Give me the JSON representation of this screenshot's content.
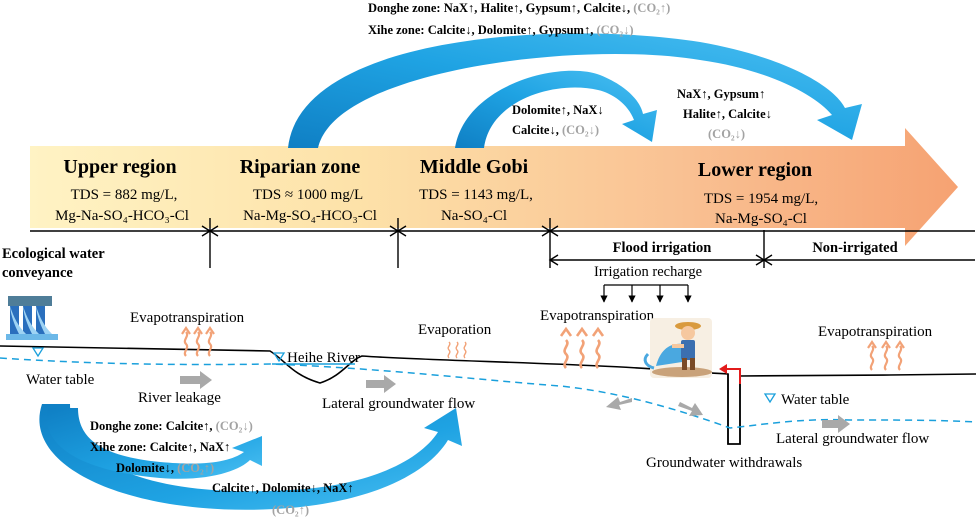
{
  "top_notes": {
    "donghe_zone": "Donghe zone: NaX↑, Halite↑, Gypsum↑, Calcite↓,",
    "donghe_co2": "(CO₂↑)",
    "xihe_zone": "Xihe zone: Calcite↓, Dolomite↑, Gypsum↑,",
    "xihe_co2": "(CO₂↓)",
    "middle_line1": "Dolomite↑, NaX↓",
    "middle_line2": "Calcite↓,",
    "middle_co2": "(CO₂↓)",
    "lower_line1": "NaX↑, Gypsum↑",
    "lower_line2": "Halite↑, Calcite↓",
    "lower_co2": "(CO₂↓)"
  },
  "regions": [
    {
      "name": "Upper region",
      "tds": "TDS = 882 mg/L,",
      "type": "Mg-Na-SO₄-HCO₃-Cl"
    },
    {
      "name": "Riparian zone",
      "tds": "TDS ≈ 1000 mg/L",
      "type": "Na-Mg-SO₄-HCO₃-Cl"
    },
    {
      "name": "Middle Gobi",
      "tds": "TDS = 1143 mg/L,",
      "type": "Na-SO₄-Cl"
    },
    {
      "name": "Lower region",
      "tds": "TDS = 1954 mg/L,",
      "type": "Na-Mg-SO₄-Cl"
    }
  ],
  "subzones": {
    "flood_irrigation": "Flood irrigation",
    "non_irrigated": "Non-irrigated",
    "irrigation_recharge": "Irrigation recharge"
  },
  "labels": {
    "ecological_line1": "Ecological water",
    "ecological_line2": "conveyance",
    "evapotranspiration_left": "Evapotranspiration",
    "evaporation": "Evaporation",
    "evapotranspiration_middle": "Evapotranspiration",
    "evapotranspiration_right": "Evapotranspiration",
    "heihe_river": "Heihe River",
    "water_table_left": "Water table",
    "river_leakage": "River leakage",
    "lateral_flow_middle": "Lateral groundwater flow",
    "water_table_right": "Water table",
    "lateral_flow_right": "Lateral groundwater flow",
    "groundwater_withdrawals": "Groundwater withdrawals"
  },
  "bottom_notes": {
    "donghe_zone": "Donghe zone: Calcite↑,",
    "donghe_co2": "(CO₂↓)",
    "xihe_zone": "Xihe zone:  Calcite↑, NaX↑",
    "dolomite": "Dolomite↓,",
    "dolomite_co2": "(CO₂↑)",
    "lateral_line": "Calcite↑, Dolomite↓, NaX↑",
    "lateral_co2": "(CO₂↑)"
  },
  "colors": {
    "arrow_blue": "#1fa3e3",
    "arrow_blue_light": "#4cc0f2",
    "band_start": "#fff3c4",
    "band_end": "#f6a272",
    "co2_gray": "#a3a3a3",
    "water_dash": "#1aa0dc",
    "evap_orange": "#f2a277",
    "flow_gray": "#a9a9a9",
    "outlet_red": "#e21b1b"
  }
}
